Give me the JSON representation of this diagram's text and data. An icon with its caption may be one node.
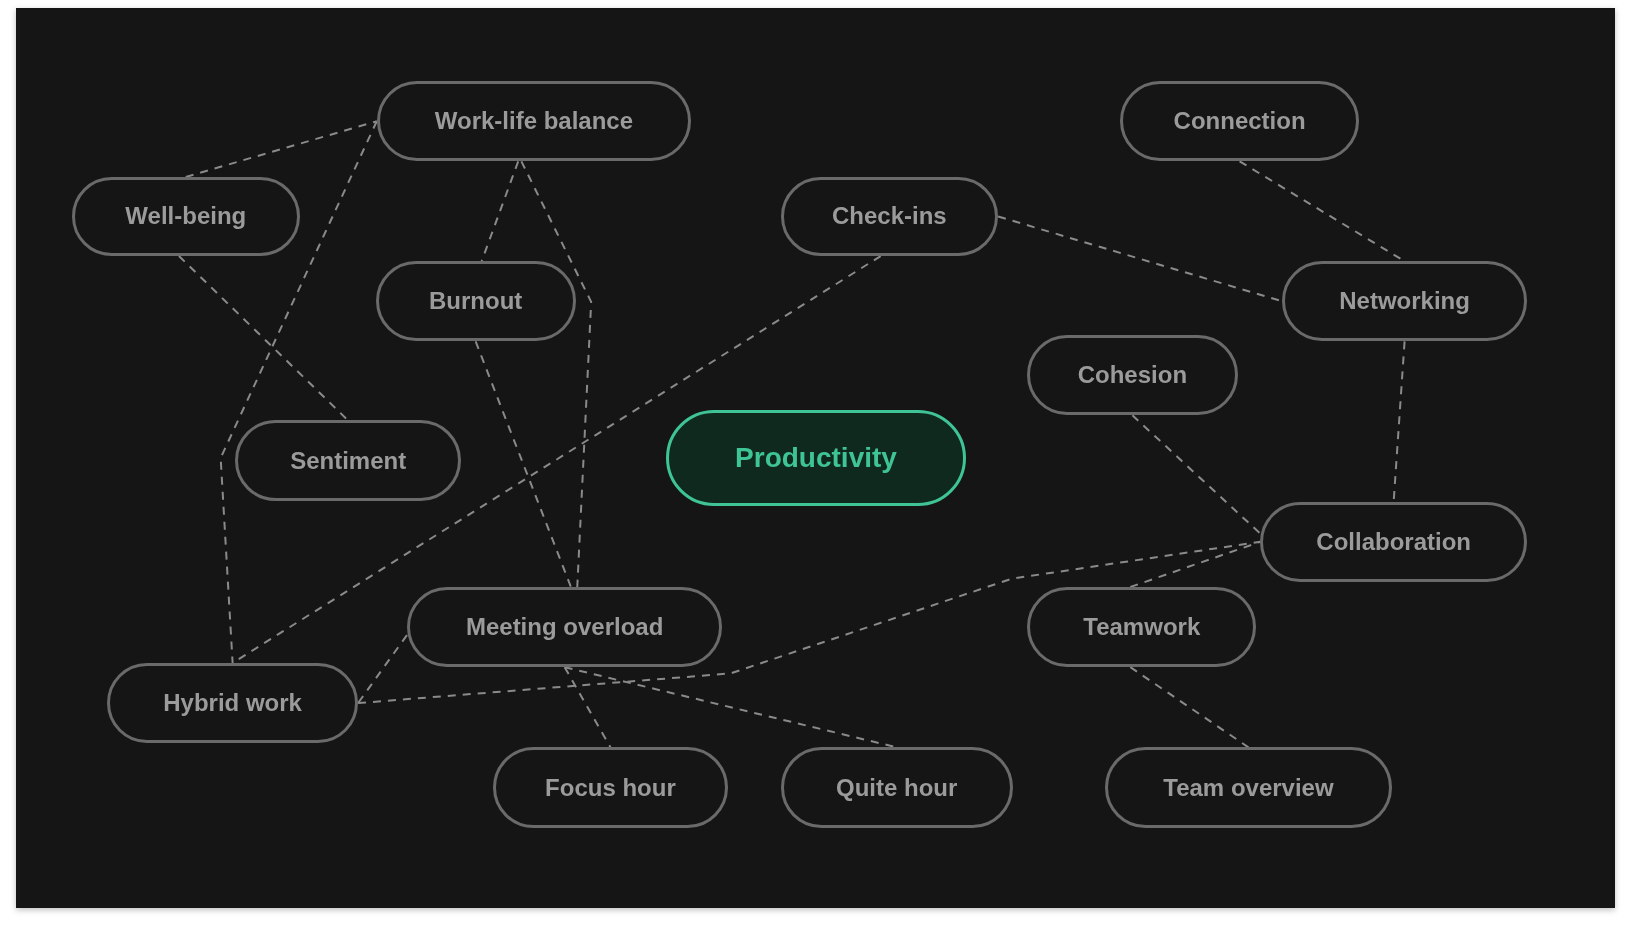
{
  "diagram": {
    "nodes": [
      {
        "text": [
          "Work-life balance"
        ]
      },
      {
        "text": [
          "Connection"
        ]
      },
      {
        "text": [
          "Well-being"
        ]
      },
      {
        "text": [
          "Check-ins"
        ]
      },
      {
        "text": [
          "Burnout"
        ]
      },
      {
        "text": [
          "Networking"
        ]
      },
      {
        "text": [
          "Cohesion"
        ]
      },
      {
        "text": [
          "Sentiment"
        ]
      },
      {
        "text": [
          "Productivity"
        ]
      },
      {
        "text": [
          "Collaboration"
        ]
      },
      {
        "text": [
          "Meeting overload"
        ]
      },
      {
        "text": [
          "Teamwork"
        ]
      },
      {
        "text": [
          "Hybrid work"
        ]
      },
      {
        "text": [
          "Focus hour"
        ]
      },
      {
        "text": [
          "Quite hour"
        ]
      },
      {
        "text": [
          "Team overview"
        ]
      }
    ],
    "edges": [
      {
        "from": 2,
        "to": 0,
        "arrow": "none",
        "style": "dashed"
      },
      {
        "from": 0,
        "to": 12,
        "arrow": "none",
        "style": "dashed"
      },
      {
        "from": 0,
        "to": 4,
        "arrow": "none",
        "style": "dashed"
      },
      {
        "from": 0,
        "to": 10,
        "arrow": "none",
        "style": "dashed"
      },
      {
        "from": 2,
        "to": 7,
        "arrow": "none",
        "style": "dashed"
      },
      {
        "from": 4,
        "to": 10,
        "arrow": "none",
        "style": "dashed"
      },
      {
        "from": 3,
        "to": 12,
        "arrow": "none",
        "style": "dashed"
      },
      {
        "from": 3,
        "to": 5,
        "arrow": "none",
        "style": "dashed"
      },
      {
        "from": 1,
        "to": 5,
        "arrow": "none",
        "style": "dashed"
      },
      {
        "from": 5,
        "to": 9,
        "arrow": "none",
        "style": "dashed"
      },
      {
        "from": 6,
        "to": 9,
        "arrow": "none",
        "style": "dashed"
      },
      {
        "from": 12,
        "to": 9,
        "arrow": "none",
        "style": "dashed"
      },
      {
        "from": 11,
        "to": 9,
        "arrow": "none",
        "style": "dashed"
      },
      {
        "from": 10,
        "to": 12,
        "arrow": "none",
        "style": "dashed"
      },
      {
        "from": 10,
        "to": 13,
        "arrow": "none",
        "style": "dashed"
      },
      {
        "from": 10,
        "to": 14,
        "arrow": "none",
        "style": "dashed"
      },
      {
        "from": 11,
        "to": 15,
        "arrow": "none",
        "style": "dashed"
      }
    ]
  }
}
